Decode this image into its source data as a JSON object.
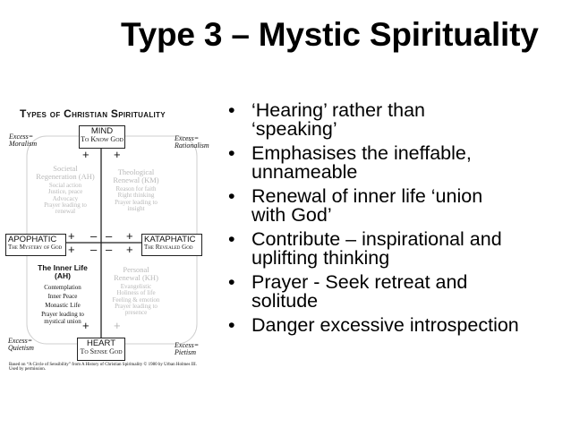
{
  "slide": {
    "title": "Type 3 – Mystic Spirituality",
    "bullets": [
      {
        "line1": "‘Hearing’ rather than",
        "line2": "‘speaking’"
      },
      {
        "line1": "Emphasises the ineffable,",
        "line2": "unnameable"
      },
      {
        "line1": "Renewal of inner life ‘union",
        "line2": "with God’"
      },
      {
        "line1": "Contribute – inspirational and",
        "line2": "uplifting thinking"
      },
      {
        "line1": "Prayer - Seek retreat and",
        "line2": "solitude"
      },
      {
        "line1": "Danger excessive introspection",
        "line2": ""
      }
    ]
  },
  "diagram": {
    "heading": "Types of Christian Spirituality",
    "mind": {
      "label": "MIND",
      "sub": "To Know God"
    },
    "heart": {
      "label": "HEART",
      "sub": "To Sense God"
    },
    "apophatic": {
      "label": "APOPHATIC",
      "sub": "The Mystery of God"
    },
    "kataphatic": {
      "label": "KATAPHATIC",
      "sub": "The Revealed God"
    },
    "excess_moralism": {
      "line1": "Excess=",
      "line2": "Moralism"
    },
    "excess_rationalism": {
      "line1": "Excess=",
      "line2": "Rationalism"
    },
    "excess_quietism": {
      "line1": "Excess=",
      "line2": "Quietism"
    },
    "excess_pietism": {
      "line1": "Excess=",
      "line2": "Pietism"
    },
    "q_societal": {
      "title": "Societal",
      "title2": "Regeneration (AH)",
      "lines": [
        "Social action",
        "Justice, peace",
        "Advocacy",
        "Prayer leading to",
        "renewal"
      ]
    },
    "q_theological": {
      "title": "Theological",
      "title2": "Renewal (KM)",
      "lines": [
        "Reason for faith",
        "Right thinking",
        "Prayer leading to",
        "insight"
      ]
    },
    "q_innerlife": {
      "title": "The Inner Life",
      "title2": "(AH)",
      "lines": [
        "Contemplation",
        "Inner Peace",
        "Monastic Life",
        "Prayer leading to",
        "mystical union"
      ]
    },
    "q_personal": {
      "title": "Personal",
      "title2": "Renewal (KH)",
      "lines": [
        "Evangelistic",
        "Holiness of life",
        "Feeling & emotion",
        "Prayer leading to",
        "presence"
      ]
    },
    "signs": {
      "plus": "+",
      "minus": "–"
    },
    "footnote_line1": "Based on “A Circle of Sensibility” from A History of Christian Spirituality © 1980 by Urban Holmes III.",
    "footnote_line2": "Used by permission."
  }
}
